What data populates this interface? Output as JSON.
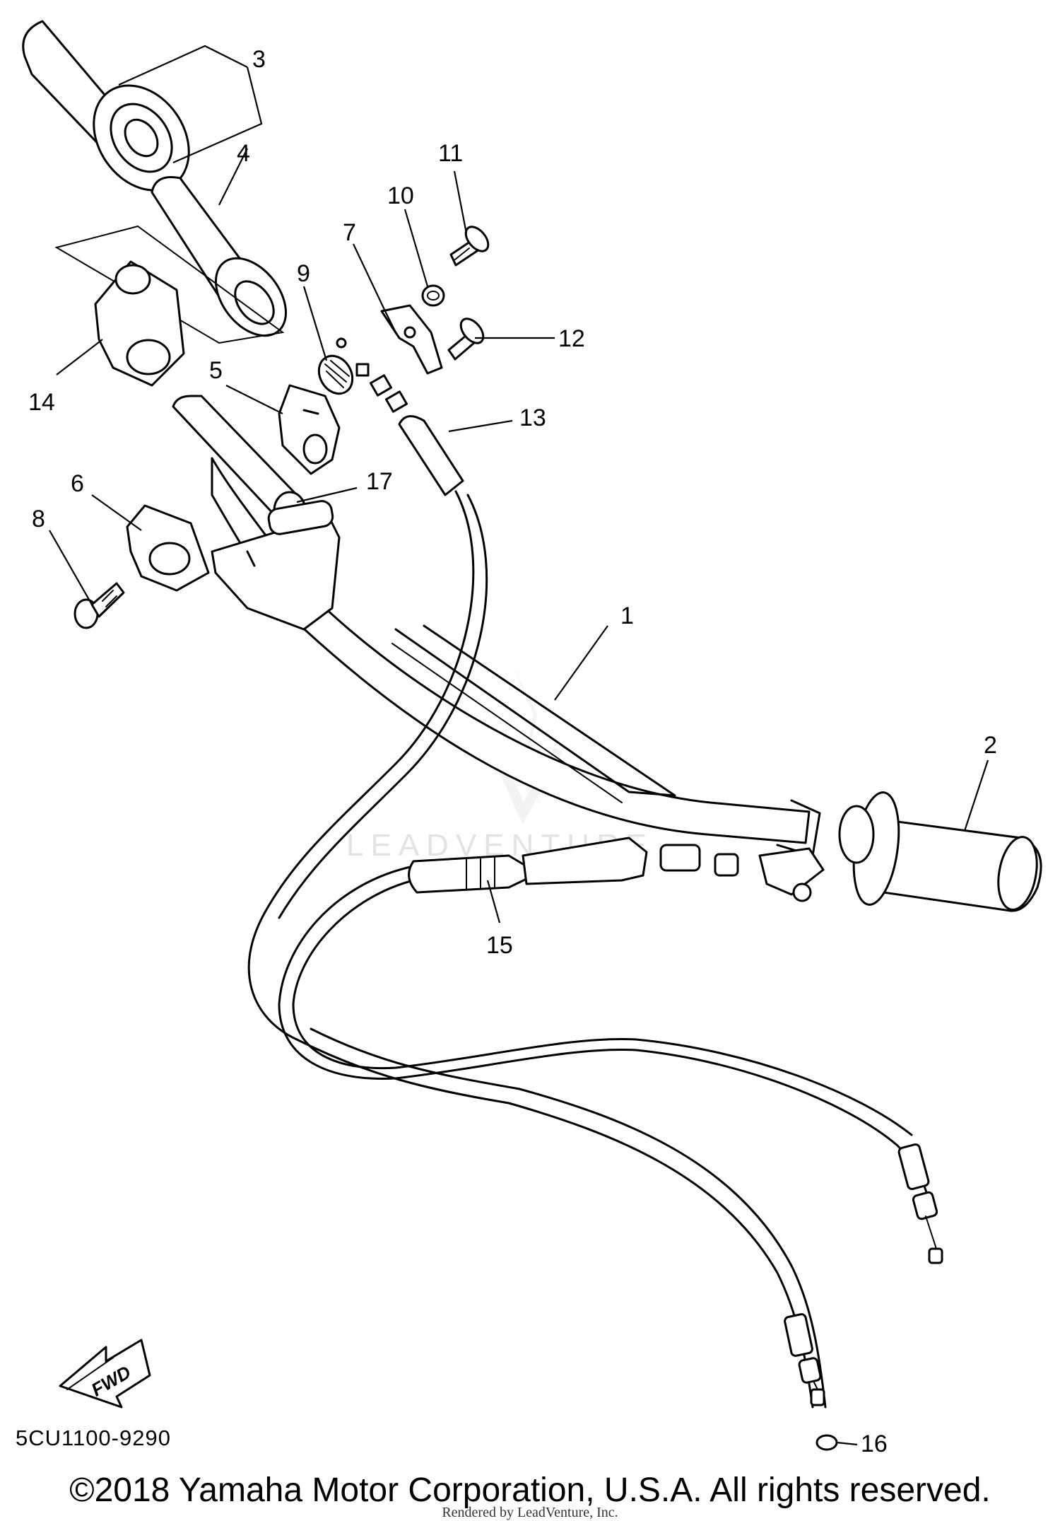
{
  "diagram": {
    "callouts": [
      {
        "id": "1",
        "label": "1"
      },
      {
        "id": "2",
        "label": "2"
      },
      {
        "id": "3",
        "label": "3"
      },
      {
        "id": "4",
        "label": "4"
      },
      {
        "id": "5",
        "label": "5"
      },
      {
        "id": "6",
        "label": "6"
      },
      {
        "id": "7",
        "label": "7"
      },
      {
        "id": "8",
        "label": "8"
      },
      {
        "id": "9",
        "label": "9"
      },
      {
        "id": "10",
        "label": "10"
      },
      {
        "id": "11",
        "label": "11"
      },
      {
        "id": "12",
        "label": "12"
      },
      {
        "id": "13",
        "label": "13"
      },
      {
        "id": "14",
        "label": "14"
      },
      {
        "id": "15",
        "label": "15"
      },
      {
        "id": "16",
        "label": "16"
      },
      {
        "id": "17",
        "label": "17"
      }
    ],
    "direction_arrow": {
      "label": "FWD"
    },
    "part_code": "5CU1100-9290",
    "watermark": "LEADVENTURE"
  },
  "footer": {
    "copyright": "©2018 Yamaha Motor Corporation, U.S.A. All rights reserved.",
    "rendered_by": "Rendered by LeadVenture, Inc."
  }
}
